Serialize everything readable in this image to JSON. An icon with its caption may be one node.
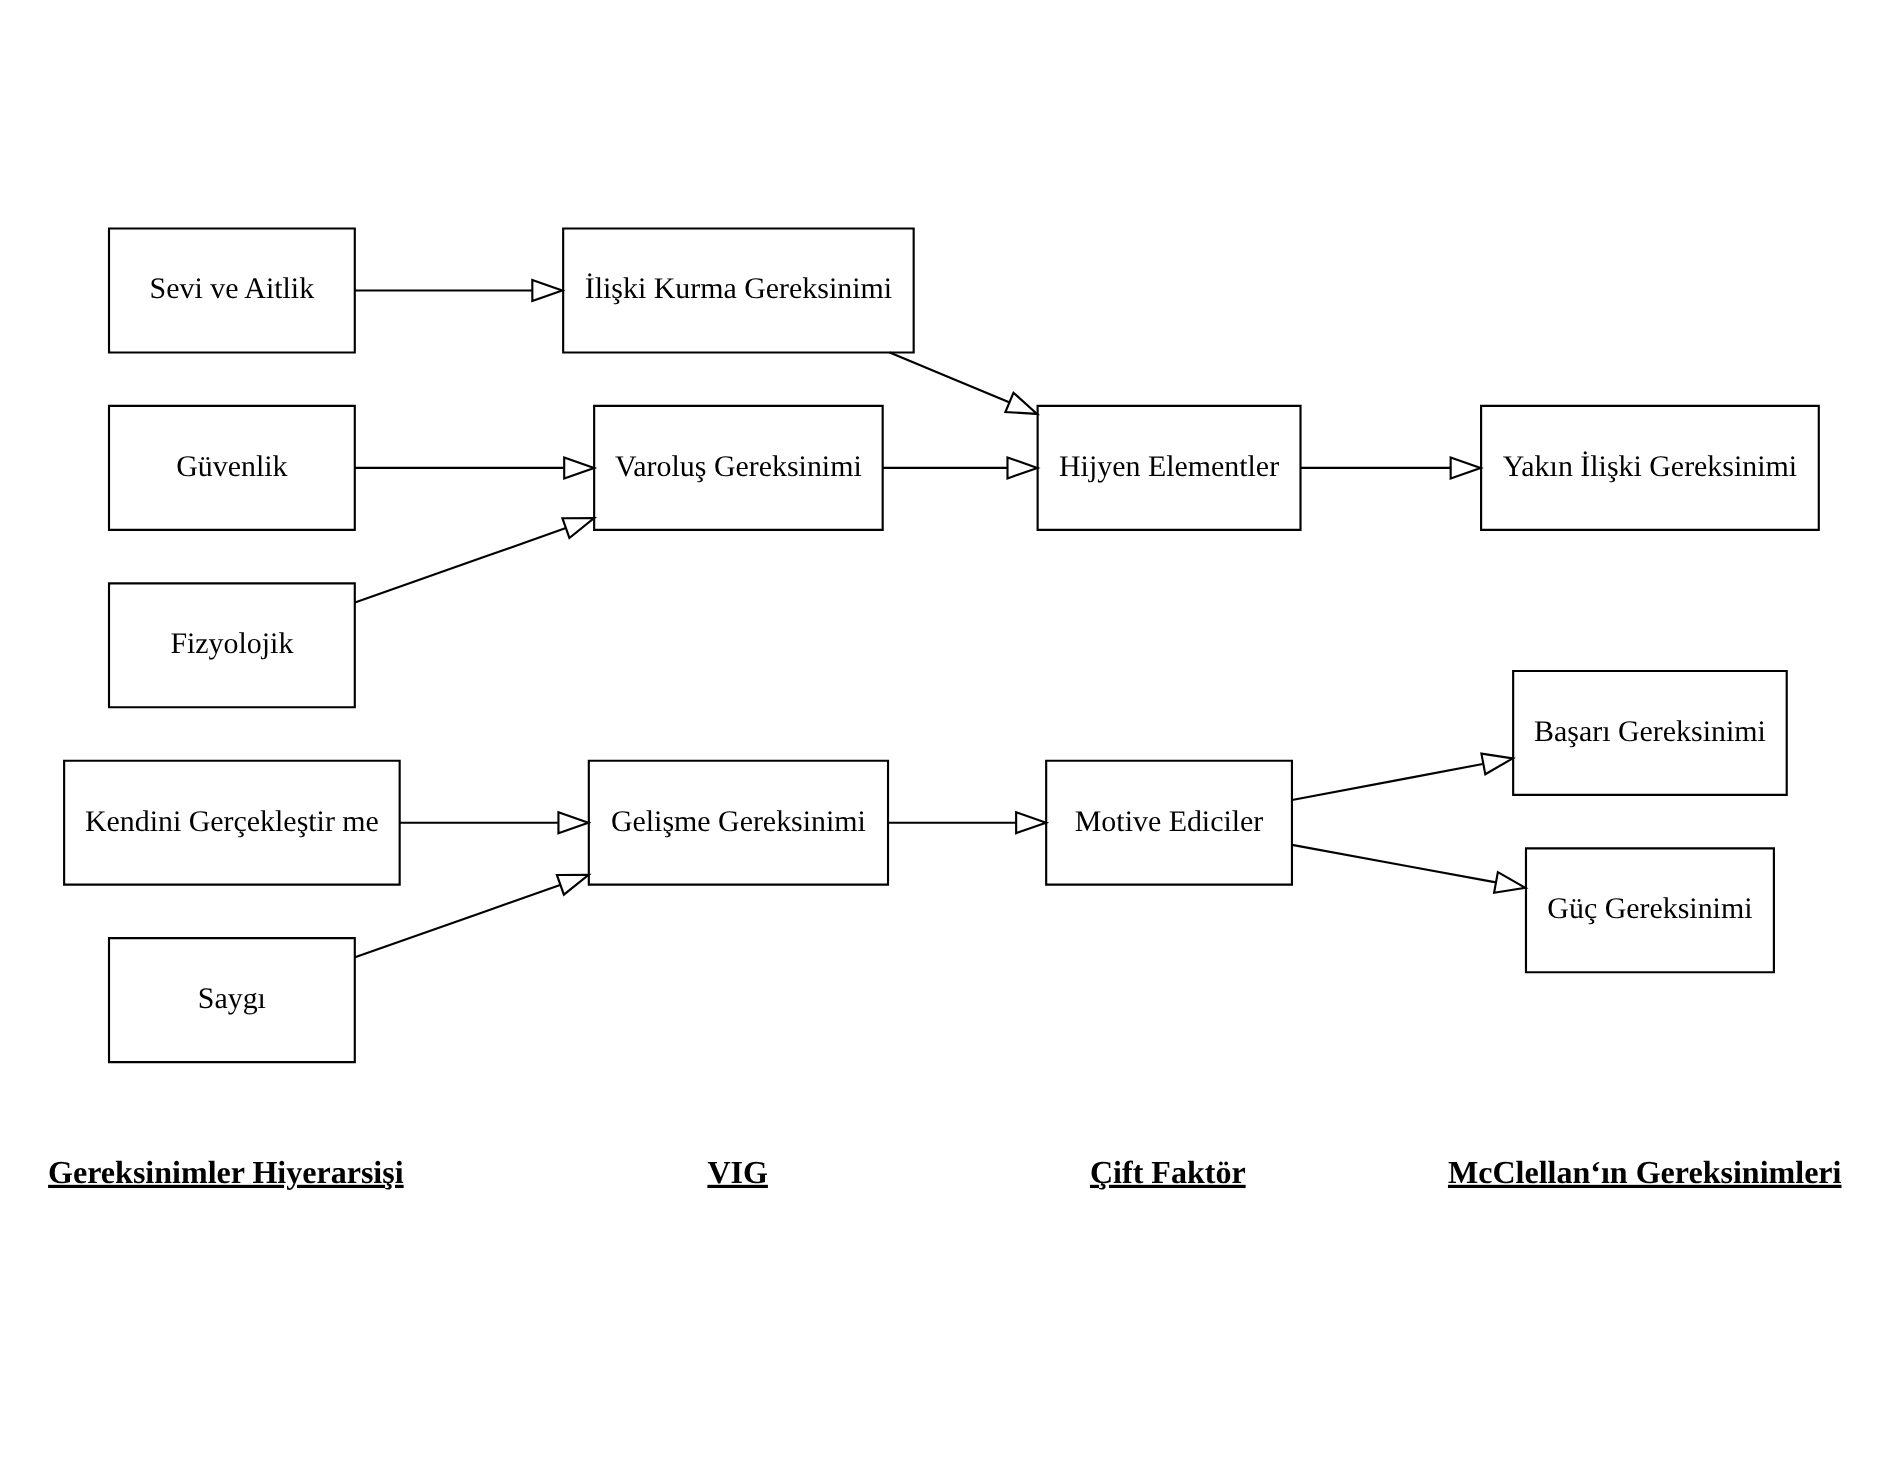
{
  "diagram": {
    "nodes": [
      {
        "text": [
          "Kendini Gerçekleştir me"
        ]
      },
      {
        "text": [
          "Saygı"
        ]
      },
      {
        "text": [
          "Gelişme Gereksinimi"
        ]
      },
      {
        "text": [
          "Motive Ediciler"
        ]
      },
      {
        "text": [
          "Başarı Gereksinimi"
        ]
      },
      {
        "text": [
          "Güç Gereksinimi"
        ]
      },
      {
        "text": [
          "Sevi ve Aitlik"
        ]
      },
      {
        "text": [
          "İlişki Kurma Gereksinimi"
        ]
      },
      {
        "text": [
          "Hijyen Elementler"
        ]
      },
      {
        "text": [
          "Yakın İlişki Gereksinimi"
        ]
      },
      {
        "text": [
          "Güvenlik"
        ]
      },
      {
        "text": [
          "Fizyolojik"
        ]
      },
      {
        "text": [
          "Varoluş Gereksinimi"
        ]
      }
    ],
    "edges": [
      {
        "from": 0,
        "to": 2,
        "arrow": "to"
      },
      {
        "from": 1,
        "to": 2,
        "arrow": "to"
      },
      {
        "from": 2,
        "to": 3,
        "arrow": "to"
      },
      {
        "from": 3,
        "to": 4,
        "arrow": "to"
      },
      {
        "from": 3,
        "to": 5,
        "arrow": "to"
      },
      {
        "from": 6,
        "to": 7,
        "arrow": "to"
      },
      {
        "from": 7,
        "to": 8,
        "arrow": "to"
      },
      {
        "from": 12,
        "to": 8,
        "arrow": "to"
      },
      {
        "from": 10,
        "to": 12,
        "arrow": "to"
      },
      {
        "from": 11,
        "to": 12,
        "arrow": "to"
      },
      {
        "from": 8,
        "to": 9,
        "arrow": "to"
      }
    ],
    "labels": [
      "Gereksinimler Hiyerarsişi",
      "VIG",
      "Çift Faktör",
      "McClellan‘ın Gereksinimleri"
    ]
  }
}
